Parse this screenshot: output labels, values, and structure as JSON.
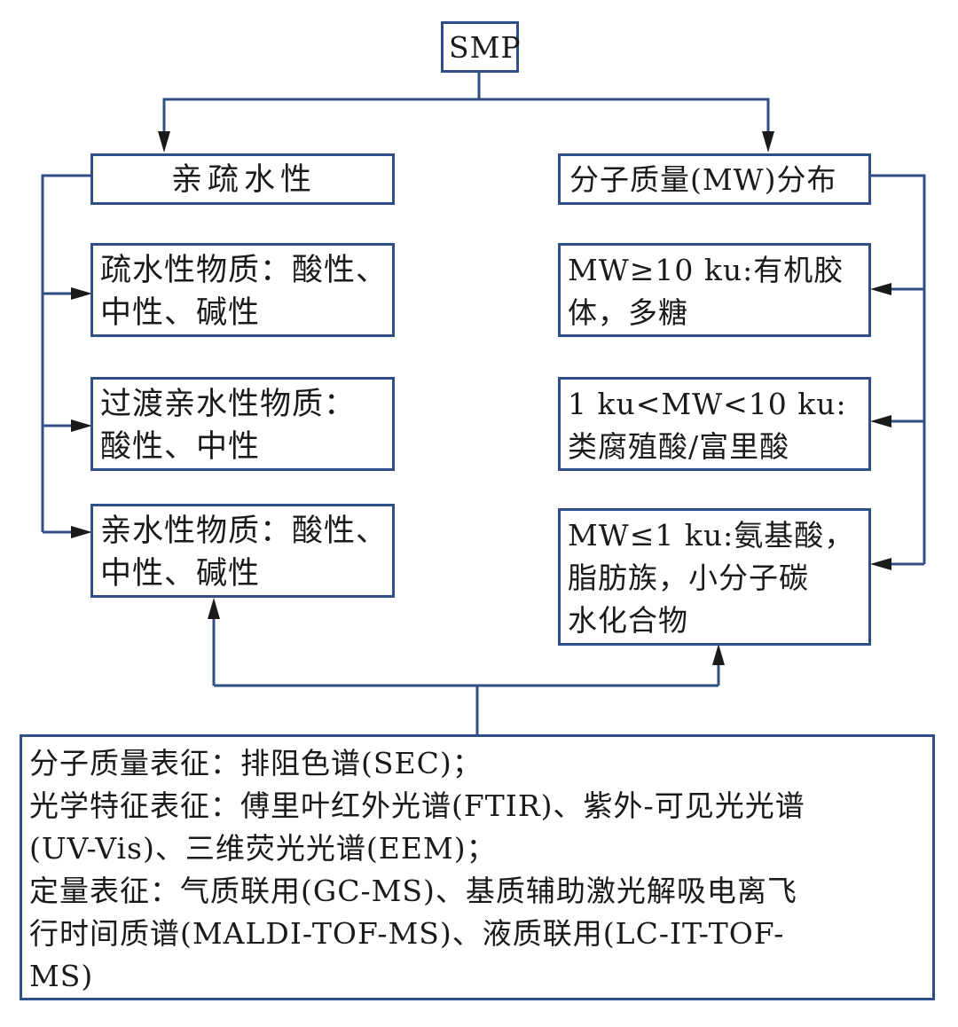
{
  "nodes": {
    "root": "SMP",
    "left_header": "亲疏水性",
    "right_header": "分子质量(MW)分布",
    "left_1": [
      "疏水性物质：酸性、",
      "中性、碱性"
    ],
    "left_2": [
      "过渡亲水性物质：",
      "酸性、中性"
    ],
    "left_3": [
      "亲水性物质：酸性、",
      "中性、碱性"
    ],
    "right_1": [
      "MW≥10 ku:有机胶",
      "体，多糖"
    ],
    "right_2": [
      "1 ku<MW<10 ku:",
      "类腐殖酸/富里酸"
    ],
    "right_3": [
      "MW≤1 ku:氨基酸，",
      "脂肪族，小分子碳",
      "水化合物"
    ],
    "bottom": [
      "分子质量表征：排阻色谱(SEC)；",
      "光学特征表征：傅里叶红外光谱(FTIR)、紫外-可见光光谱",
      "(UV-Vis)、三维荧光光谱(EEM)；",
      "定量表征：气质联用(GC-MS)、基质辅助激光解吸电离飞",
      "行时间质谱(MALDI-TOF-MS)、液质联用(LC-IT-TOF-",
      "MS)"
    ]
  },
  "colors": {
    "border": "#2f4f86",
    "arrow": "#1a1a1a",
    "text": "#1a1a1a"
  }
}
